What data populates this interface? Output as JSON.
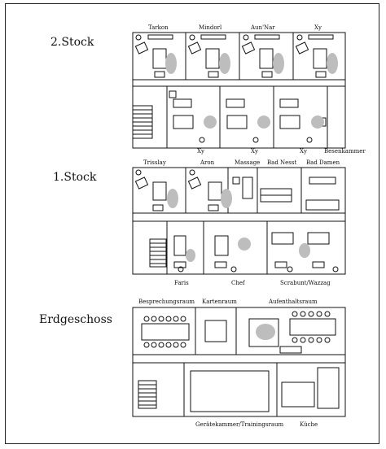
{
  "floors": {
    "second": {
      "title": "2.Stock",
      "rooms_top": [
        "Tarkon",
        "Mindorl",
        "Aun'Nar",
        "Xy"
      ],
      "rooms_bottom": [
        "Xy",
        "Xy",
        "Xy",
        "Besenkammer"
      ]
    },
    "first": {
      "title": "1.Stock",
      "rooms_top": [
        "Trisslay",
        "Aron",
        "Massage",
        "Bad Nesst",
        "Bad Damen"
      ],
      "rooms_bottom": [
        "Faris",
        "Chef",
        "Scrabunt/Wazzag"
      ]
    },
    "ground": {
      "title": "Erdgeschoss",
      "rooms_top": [
        "Besprechungsraum",
        "Kartenraum",
        "Aufenthaltsraum"
      ],
      "rooms_bottom": [
        "Gerätekammer/Trainingsraum",
        "Küche"
      ]
    }
  },
  "colors": {
    "line": "#111111",
    "rug": "#bdbdbd",
    "background": "#ffffff"
  }
}
